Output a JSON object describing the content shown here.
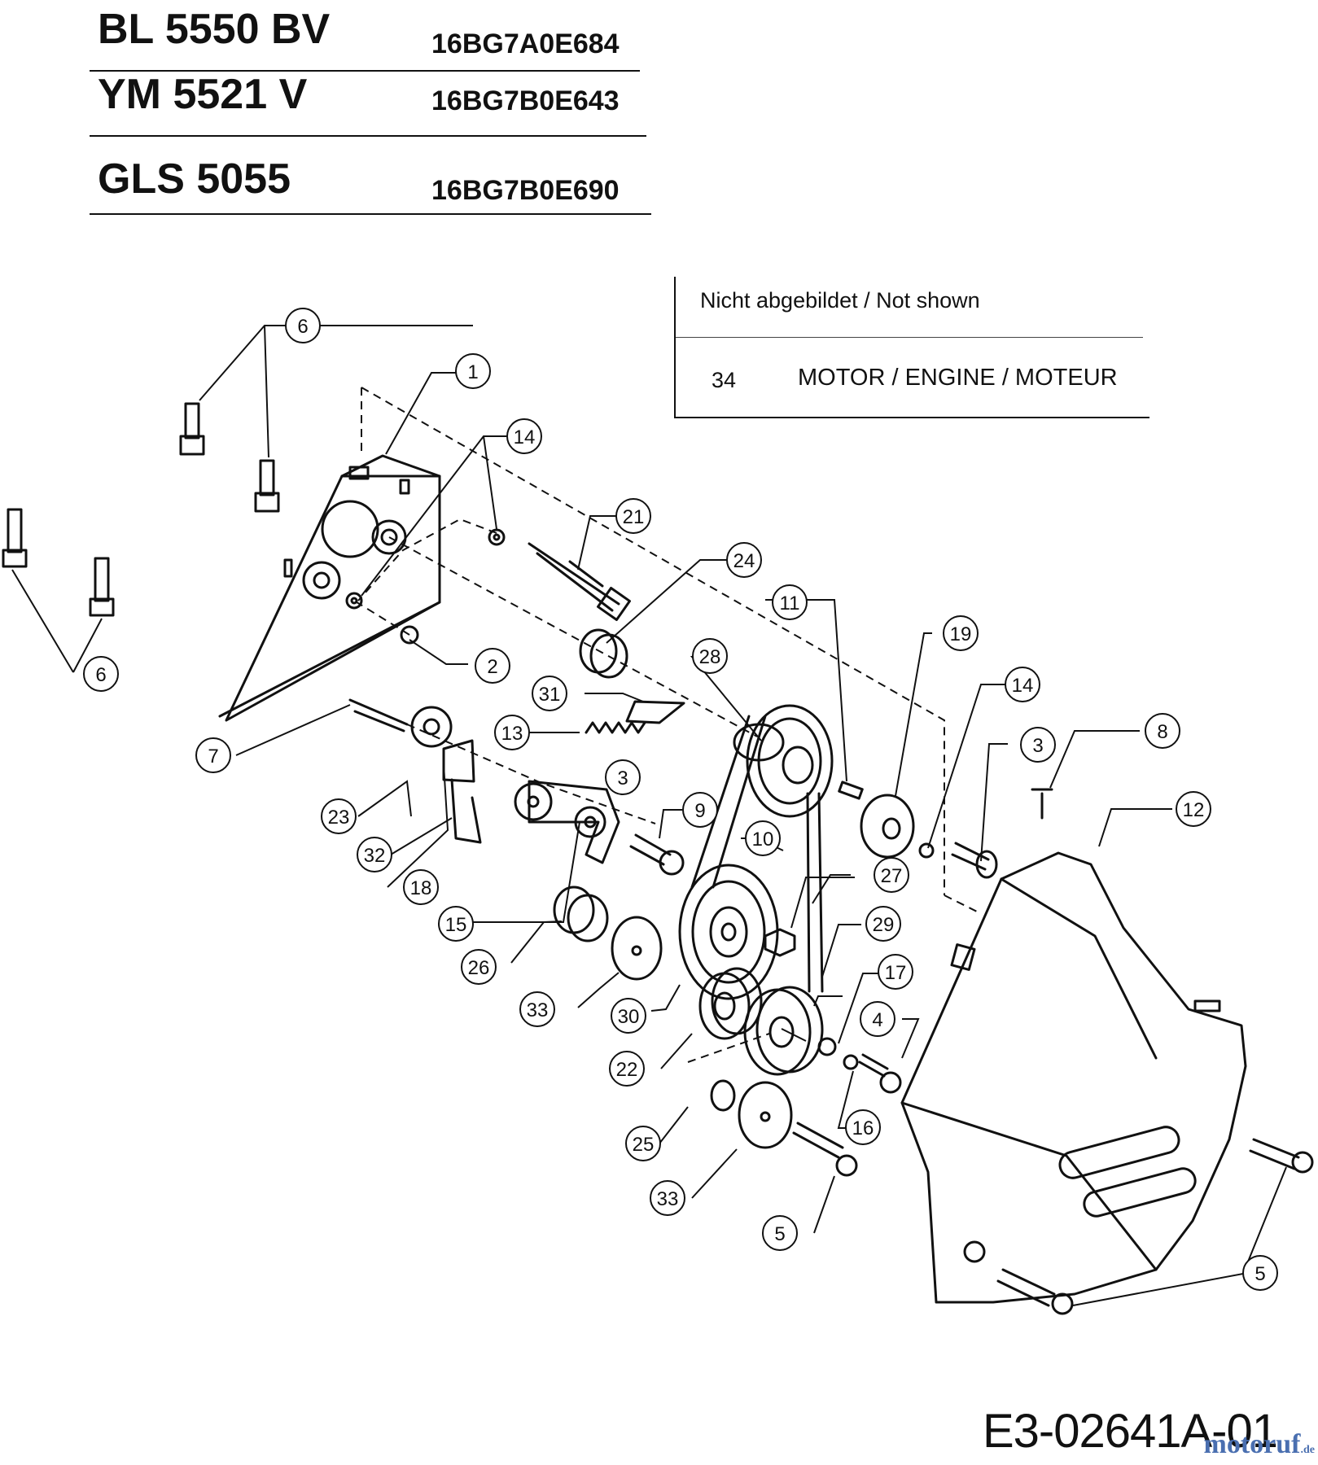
{
  "models": [
    {
      "model": "BL 5550 BV",
      "code": "16BG7A0E684"
    },
    {
      "model": "YM 5521 V",
      "code": "16BG7B0E643"
    },
    {
      "model": "GLS 5055",
      "code": "16BG7B0E690"
    }
  ],
  "not_shown": {
    "header": "Nicht abgebildet / Not shown",
    "items": [
      {
        "number": "34",
        "description": "MOTOR / ENGINE / MOTEUR"
      }
    ]
  },
  "part_numbers": [
    "1",
    "2",
    "3",
    "3",
    "4",
    "5",
    "5",
    "6",
    "6",
    "7",
    "8",
    "9",
    "10",
    "11",
    "12",
    "13",
    "14",
    "14",
    "15",
    "16",
    "17",
    "18",
    "19",
    "21",
    "22",
    "23",
    "24",
    "25",
    "26",
    "27",
    "28",
    "29",
    "30",
    "31",
    "32",
    "33",
    "33"
  ],
  "document_number": "E3-02641A-01",
  "watermark": {
    "brand": "motoruf",
    "tld": ".de"
  },
  "colors": {
    "ink": "#111111",
    "watermark": "#4a6fb0"
  }
}
